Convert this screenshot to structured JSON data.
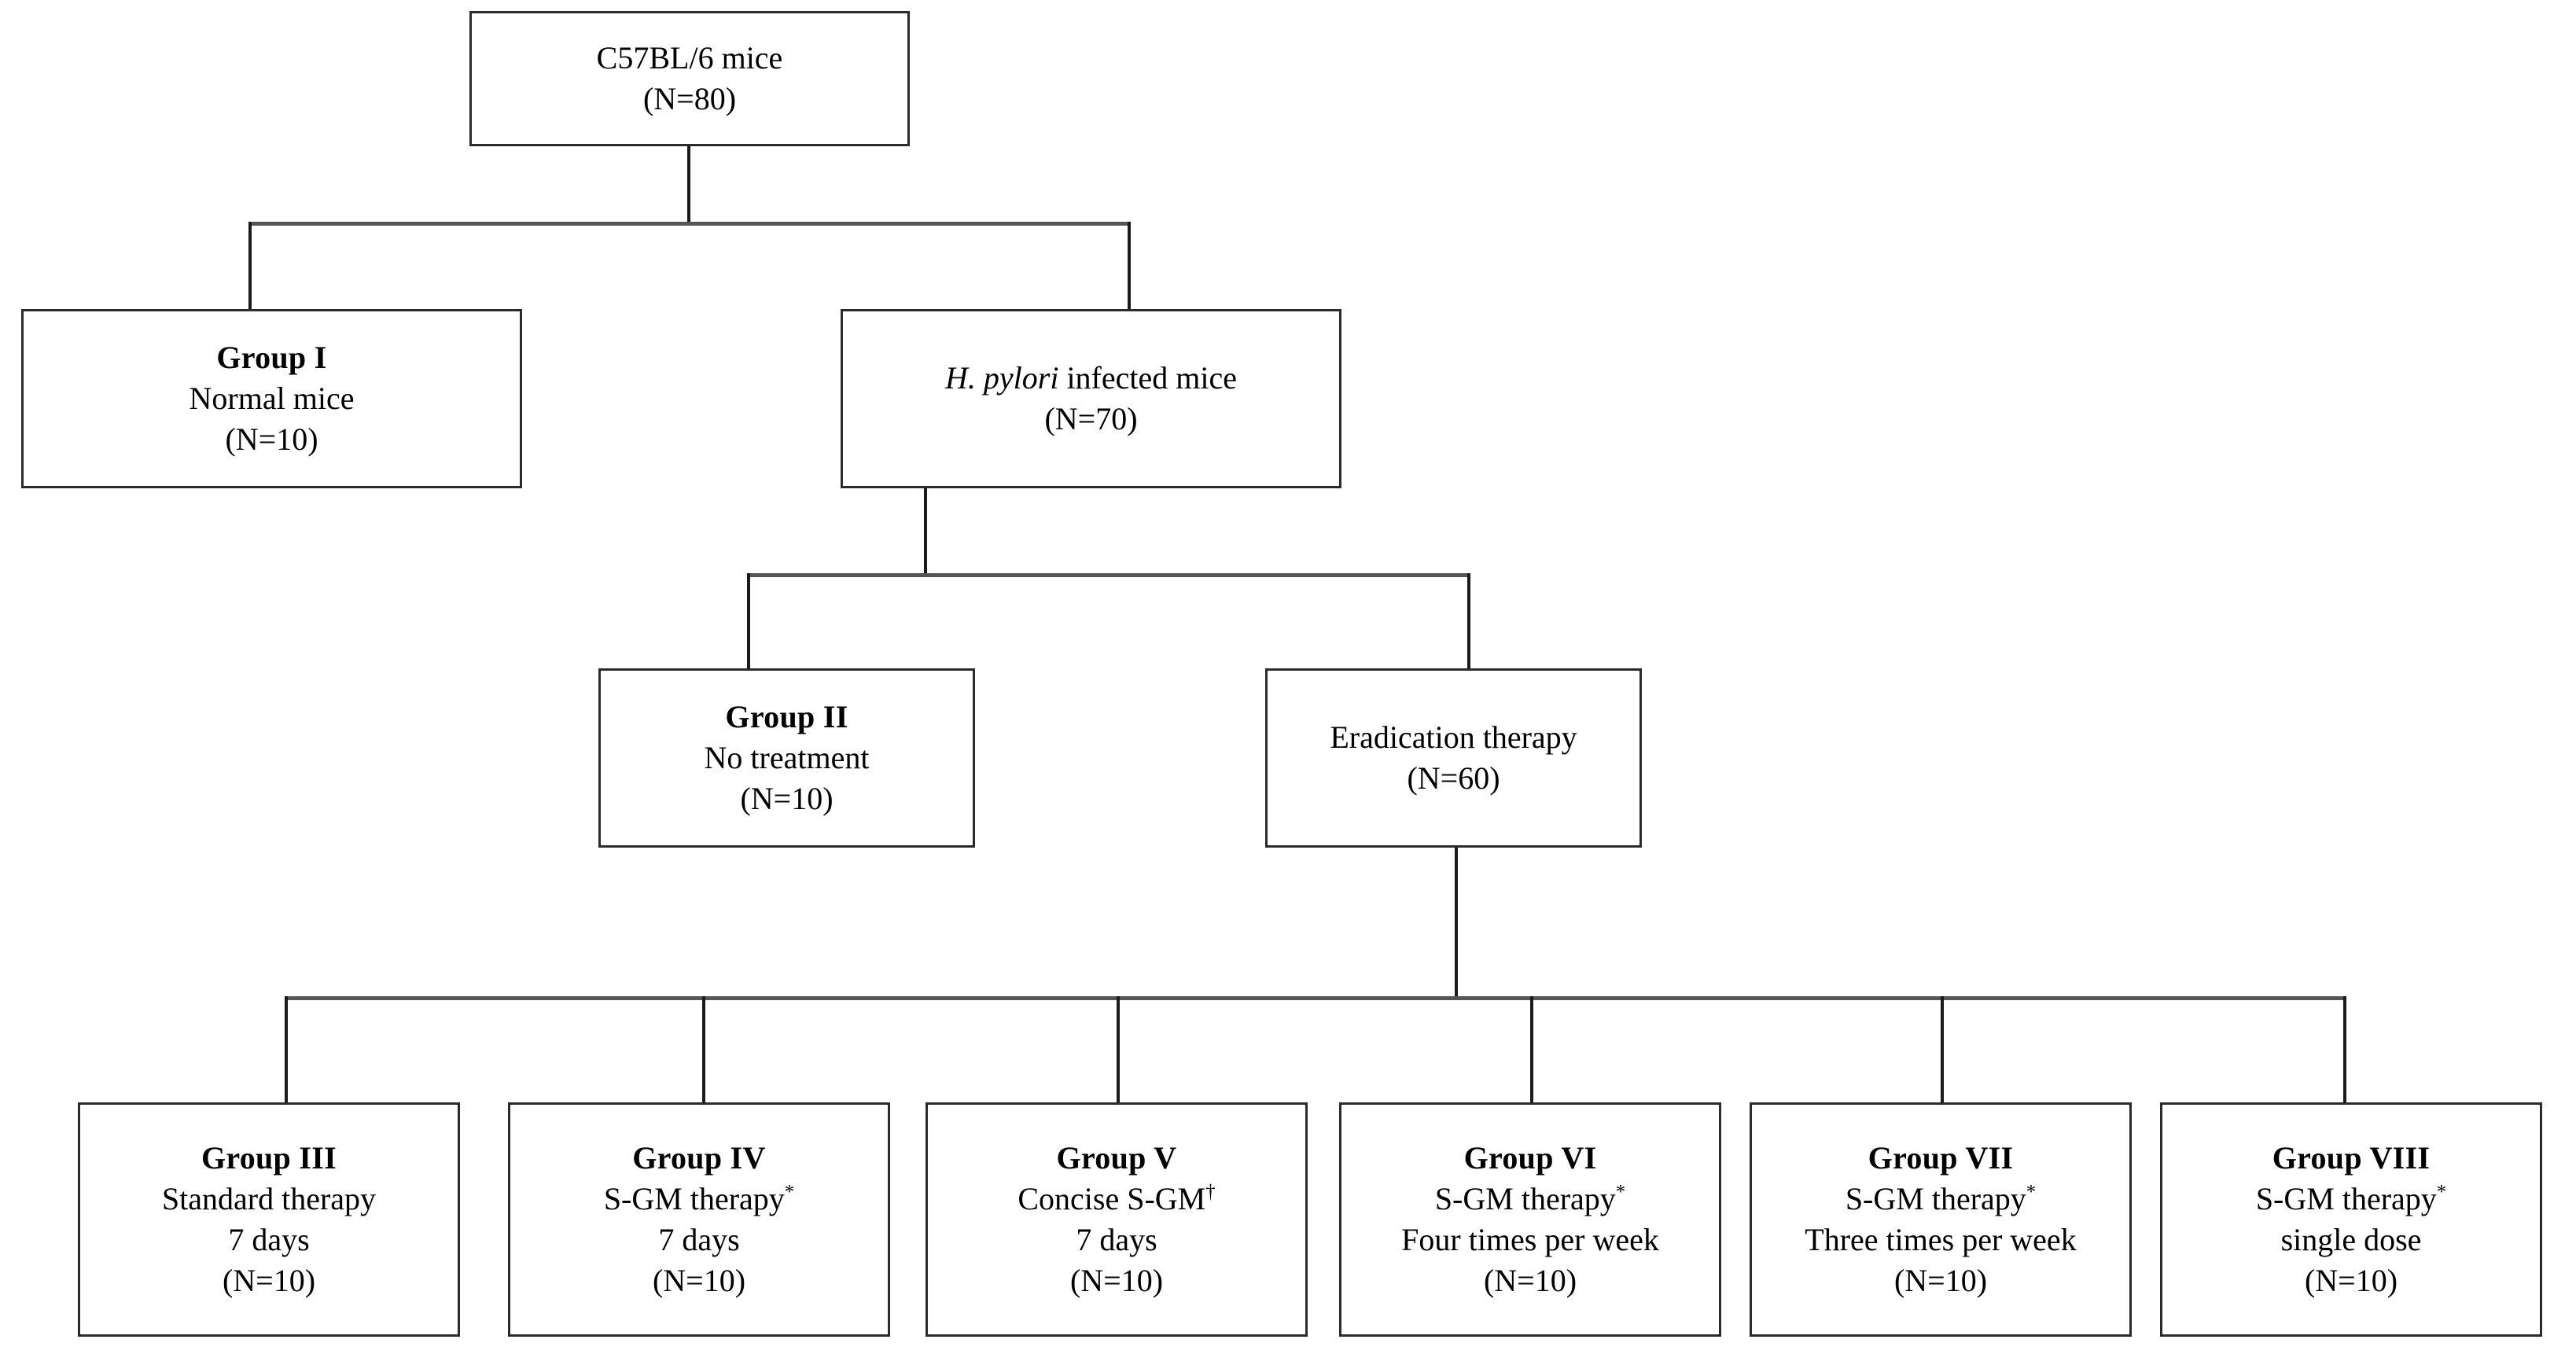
{
  "diagram": {
    "title": "Study design flowchart of C57BL/6 mice experimental groups",
    "type": "flowchart",
    "colors": {
      "box_border": "#2b2b2b",
      "connector": "#555555",
      "background": "#ffffff",
      "text": "#000000"
    },
    "nodes": [
      {
        "id": "root",
        "name": "c57bl6-mice",
        "lines": [
          {
            "text": "C57BL/6 mice",
            "style": "normal"
          },
          {
            "text": "(N=80)",
            "style": "normal"
          }
        ]
      },
      {
        "id": "group-i",
        "name": "group-i",
        "lines": [
          {
            "text": "Group I",
            "style": "bold"
          },
          {
            "text": "Normal mice",
            "style": "normal"
          },
          {
            "text": "(N=10)",
            "style": "normal"
          }
        ]
      },
      {
        "id": "hp-infected",
        "name": "h-pylori-infected-mice",
        "lines": [
          {
            "text": "H. pylori infected mice",
            "style": "italic-lead",
            "italic_part": "H. pylori",
            "roman_part": " infected mice"
          },
          {
            "text": "(N=70)",
            "style": "normal"
          }
        ]
      },
      {
        "id": "group-ii",
        "name": "group-ii",
        "lines": [
          {
            "text": "Group II",
            "style": "bold"
          },
          {
            "text": "No treatment",
            "style": "normal"
          },
          {
            "text": "(N=10)",
            "style": "normal"
          }
        ]
      },
      {
        "id": "eradication",
        "name": "eradication-therapy",
        "lines": [
          {
            "text": "Eradication therapy",
            "style": "normal"
          },
          {
            "text": "(N=60)",
            "style": "normal"
          }
        ]
      },
      {
        "id": "group-iii",
        "name": "group-iii",
        "lines": [
          {
            "text": "Group III",
            "style": "bold"
          },
          {
            "text": "Standard therapy",
            "style": "normal"
          },
          {
            "text": "7 days",
            "style": "normal"
          },
          {
            "text": "(N=10)",
            "style": "normal"
          }
        ]
      },
      {
        "id": "group-iv",
        "name": "group-iv",
        "lines": [
          {
            "text": "Group IV",
            "style": "bold"
          },
          {
            "text": "S-GM therapy",
            "style": "normal",
            "superscript": "*"
          },
          {
            "text": "7 days",
            "style": "normal"
          },
          {
            "text": "(N=10)",
            "style": "normal"
          }
        ]
      },
      {
        "id": "group-v",
        "name": "group-v",
        "lines": [
          {
            "text": "Group V",
            "style": "bold"
          },
          {
            "text": "Concise S-GM",
            "style": "normal",
            "superscript": "†"
          },
          {
            "text": "7 days",
            "style": "normal"
          },
          {
            "text": "(N=10)",
            "style": "normal"
          }
        ]
      },
      {
        "id": "group-vi",
        "name": "group-vi",
        "lines": [
          {
            "text": "Group VI",
            "style": "bold"
          },
          {
            "text": "S-GM therapy",
            "style": "normal",
            "superscript": "*"
          },
          {
            "text": "Four times per week",
            "style": "normal"
          },
          {
            "text": "(N=10)",
            "style": "normal"
          }
        ]
      },
      {
        "id": "group-vii",
        "name": "group-vii",
        "lines": [
          {
            "text": "Group VII",
            "style": "bold"
          },
          {
            "text": "S-GM therapy",
            "style": "normal",
            "superscript": "*"
          },
          {
            "text": "Three times per week",
            "style": "normal"
          },
          {
            "text": "(N=10)",
            "style": "normal"
          }
        ]
      },
      {
        "id": "group-viii",
        "name": "group-viii",
        "lines": [
          {
            "text": "Group VIII",
            "style": "bold"
          },
          {
            "text": "S-GM therapy",
            "style": "normal",
            "superscript": "*"
          },
          {
            "text": "single dose",
            "style": "normal"
          },
          {
            "text": "(N=10)",
            "style": "normal"
          }
        ]
      }
    ],
    "text": {
      "root_l1": "C57BL/6 mice",
      "root_l2": "(N=80)",
      "g1_l1": "Group I",
      "g1_l2": "Normal mice",
      "g1_l3": "(N=10)",
      "hp_l1_italic": "H. pylori",
      "hp_l1_roman": " infected mice",
      "hp_l2": "(N=70)",
      "g2_l1": "Group II",
      "g2_l2": "No treatment",
      "g2_l3": "(N=10)",
      "erad_l1": "Eradication therapy",
      "erad_l2": "(N=60)",
      "g3_l1": "Group III",
      "g3_l2": "Standard therapy",
      "g3_l3": "7 days",
      "g3_l4": "(N=10)",
      "g4_l1": "Group IV",
      "g4_l2": "S-GM therapy",
      "g4_l2_sup": "*",
      "g4_l3": "7 days",
      "g4_l4": "(N=10)",
      "g5_l1": "Group V",
      "g5_l2": "Concise S-GM",
      "g5_l2_sup": "†",
      "g5_l3": "7 days",
      "g5_l4": "(N=10)",
      "g6_l1": "Group VI",
      "g6_l2": "S-GM therapy",
      "g6_l2_sup": "*",
      "g6_l3": "Four times per week",
      "g6_l4": "(N=10)",
      "g7_l1": "Group VII",
      "g7_l2": "S-GM therapy",
      "g7_l2_sup": "*",
      "g7_l3": "Three times per week",
      "g7_l4": "(N=10)",
      "g8_l1": "Group VIII",
      "g8_l2": "S-GM therapy",
      "g8_l2_sup": "*",
      "g8_l3": "single dose",
      "g8_l4": "(N=10)"
    }
  }
}
